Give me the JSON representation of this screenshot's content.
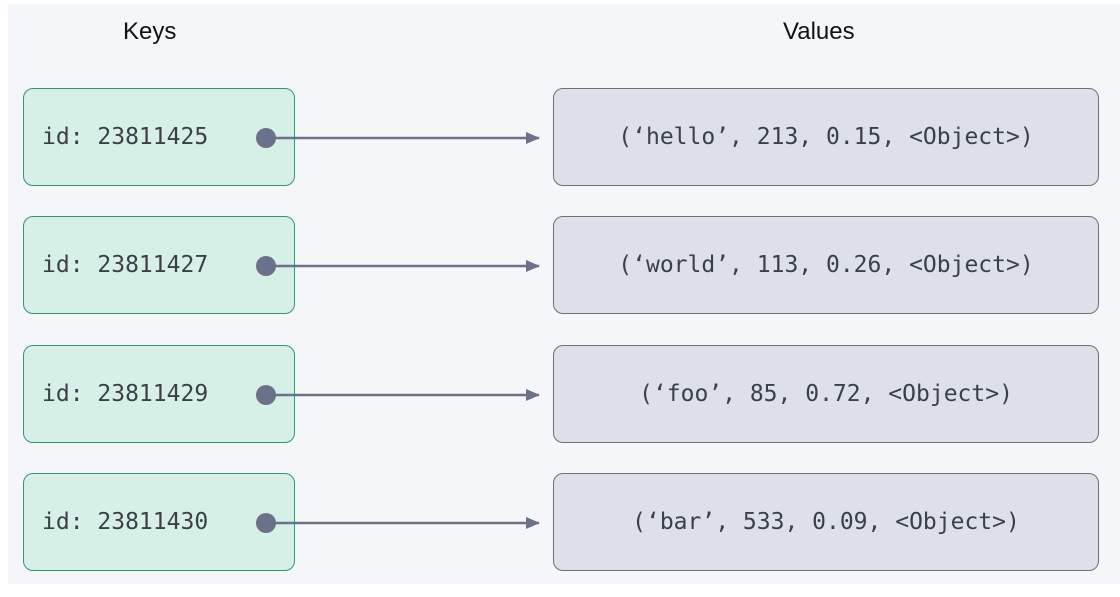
{
  "headers": {
    "keys": "Keys",
    "values": "Values"
  },
  "rows": [
    {
      "key": "id: 23811425",
      "value": "(‘hello’, 213, 0.15, <Object>)"
    },
    {
      "key": "id: 23811427",
      "value": "(‘world’, 113, 0.26, <Object>)"
    },
    {
      "key": "id: 23811429",
      "value": "(‘foo’, 85, 0.72, <Object>)"
    },
    {
      "key": "id: 23811430",
      "value": "(‘bar’, 533, 0.09, <Object>)"
    }
  ],
  "colors": {
    "key_fill": "#d6efe7",
    "key_border": "#2f9a6f",
    "value_fill": "#dde0e8",
    "value_border": "#6b707c",
    "arrow": "#6b7188"
  }
}
